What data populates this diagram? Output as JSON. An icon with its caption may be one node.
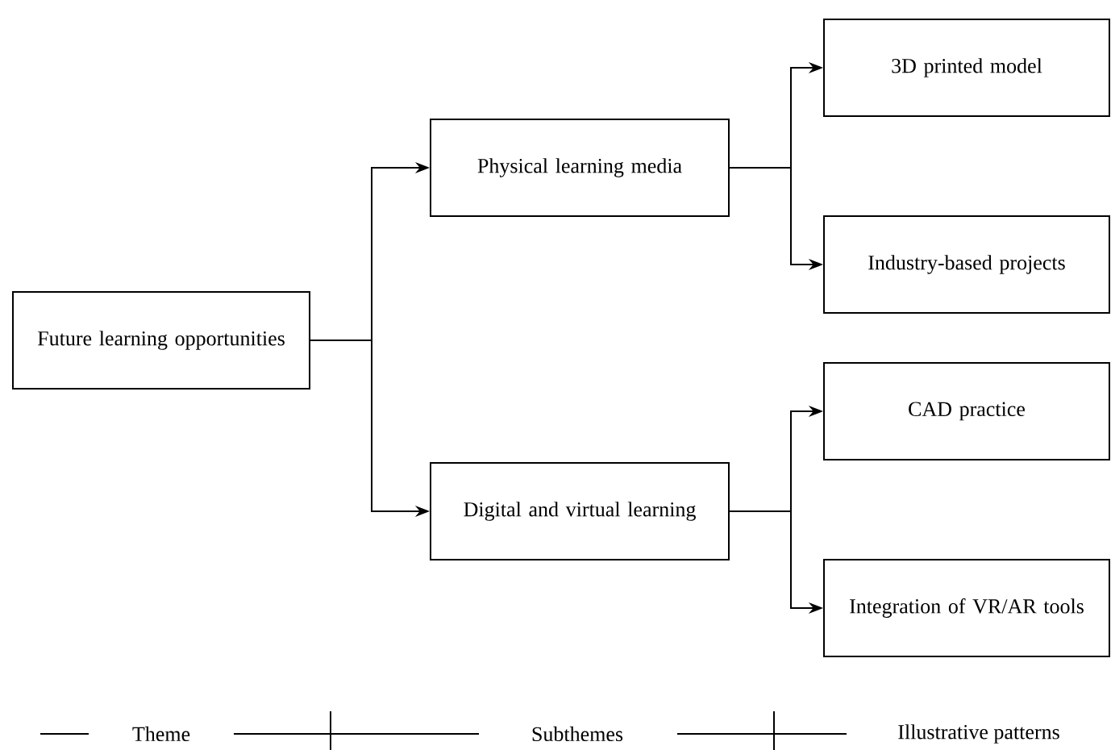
{
  "diagram": {
    "nodes": [
      {
        "text": [
          "Future learning opportunities"
        ]
      },
      {
        "text": [
          "Physical learning media"
        ]
      },
      {
        "text": [
          "Digital and virtual learning"
        ]
      },
      {
        "text": [
          "3D printed model"
        ]
      },
      {
        "text": [
          "Industry-based projects"
        ]
      },
      {
        "text": [
          "CAD practice"
        ]
      },
      {
        "text": [
          "Integration of VR/AR tools"
        ]
      }
    ],
    "edges": [
      {
        "from": 0,
        "to": 1,
        "arrow": "to"
      },
      {
        "from": 0,
        "to": 2,
        "arrow": "to"
      },
      {
        "from": 1,
        "to": 3,
        "arrow": "to"
      },
      {
        "from": 1,
        "to": 4,
        "arrow": "to"
      },
      {
        "from": 2,
        "to": 5,
        "arrow": "to"
      },
      {
        "from": 2,
        "to": 6,
        "arrow": "to"
      }
    ],
    "labels": [
      "Theme",
      "Subthemes",
      "Illustrative patterns"
    ]
  }
}
